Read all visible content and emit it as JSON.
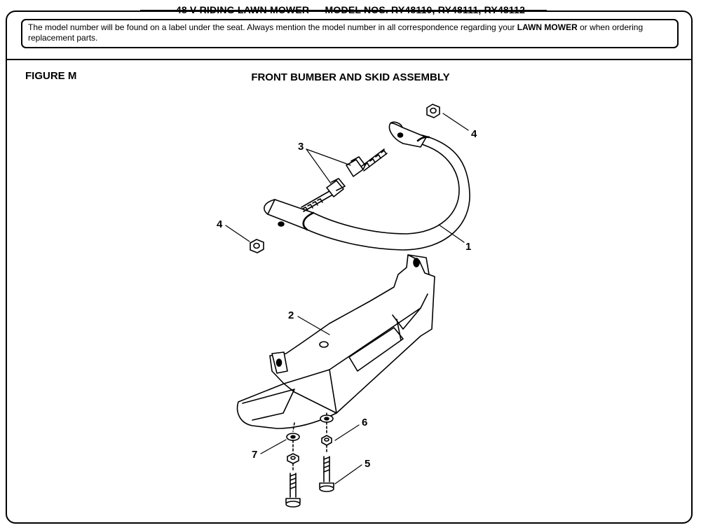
{
  "header": {
    "title": "48 V RIDING LAWN MOWER — MODEL NOS. RY48110, RY48111, RY48112"
  },
  "notice": {
    "text_before": "The model number will be found on a label under the seat. Always mention the model number in all correspondence regarding your ",
    "text_bold": "LAWN MOWER",
    "text_after": " or when ordering replacement parts."
  },
  "figure": {
    "label": "FIGURE M",
    "title": "FRONT BUMBER AND SKID ASSEMBLY"
  },
  "callouts": {
    "c1": "1",
    "c2": "2",
    "c3": "3",
    "c4_top": "4",
    "c4_left": "4",
    "c5": "5",
    "c6": "6",
    "c7": "7"
  }
}
